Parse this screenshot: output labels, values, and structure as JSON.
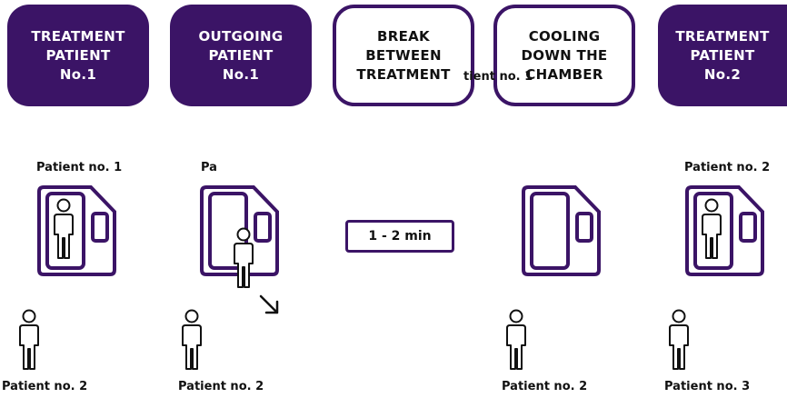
{
  "stages": [
    {
      "lines": [
        "TREATMENT",
        "PATIENT",
        "No.1"
      ],
      "style": "filled"
    },
    {
      "lines": [
        "OUTGOING",
        "PATIENT",
        "No.1"
      ],
      "style": "filled"
    },
    {
      "lines": [
        "BREAK",
        "BETWEEN",
        "TREATMENT"
      ],
      "style": "outlined"
    },
    {
      "lines": [
        "COOLING",
        "DOWN THE",
        "CHAMBER"
      ],
      "style": "outlined"
    },
    {
      "lines": [
        "TREATMENT",
        "PATIENT",
        "No.2"
      ],
      "style": "filled"
    }
  ],
  "overlap_text": "tient no. 1",
  "chamber_labels": [
    "Patient no. 1",
    "Pa",
    "Patient no. 2"
  ],
  "duration_label": "1 - 2 min",
  "waiting_labels": [
    "Patient no. 2",
    "Patient no. 2",
    "Patient no. 2",
    "Patient no. 3"
  ],
  "colors": {
    "primary": "#3b1466",
    "text": "#111111",
    "background": "#ffffff"
  },
  "icons": {
    "chamber": "cryo-chamber-icon",
    "person": "person-icon",
    "exit_arrow": "exit-arrow-icon"
  }
}
